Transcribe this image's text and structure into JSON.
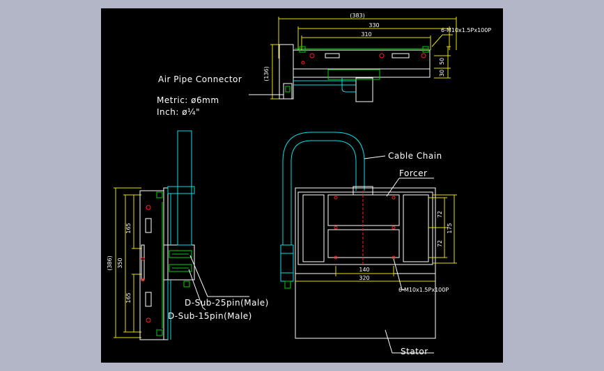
{
  "colors": {
    "background": "#000000",
    "frame": "#b2b6c6",
    "outline": "#ffffff",
    "dimension": "#e8e000",
    "cyan": "#00e0e0",
    "green": "#00d000",
    "red": "#ff2020",
    "text": "#ffffff"
  },
  "labels": {
    "air_pipe_connector": "Air Pipe Connector",
    "metric": "Metric: ø6mm",
    "inch": "Inch: ø¼\"",
    "cable_chain": "Cable Chain",
    "forcer": "Forcer",
    "stator": "Stator",
    "dsub25": "D-Sub-25pin(Male)",
    "dsub15": "D-Sub-15pin(Male)",
    "screw_top": "6-M10x1.5Px100P",
    "screw_bottom": "6-M10x1.5Px100P"
  },
  "dimensions": {
    "top_383": "(383)",
    "top_330": "330",
    "top_310": "310",
    "top_50": "50",
    "top_30": "30",
    "top_136": "(136)",
    "left_386": "(386)",
    "left_350": "350",
    "left_165a": "165",
    "left_165b": "165",
    "plan_72a": "72",
    "plan_72b": "72",
    "plan_175": "175",
    "plan_140": "140",
    "plan_320": "320"
  }
}
